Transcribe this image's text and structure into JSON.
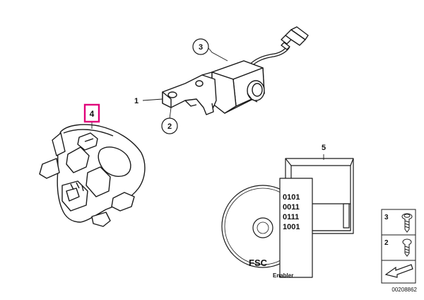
{
  "callouts": {
    "part1": "1",
    "part2": "2",
    "part3": "3",
    "part4": "4",
    "part5": "5"
  },
  "software_card": {
    "binary_lines": [
      "0101",
      "0011",
      "0111",
      "1001"
    ],
    "disc_label": "FSC",
    "enabler_label": "Enabler"
  },
  "legend": {
    "item3": "3",
    "item2": "2"
  },
  "diagram_number": "00208862",
  "colors": {
    "highlight": "#e0007a",
    "line": "#1a1a1a"
  }
}
